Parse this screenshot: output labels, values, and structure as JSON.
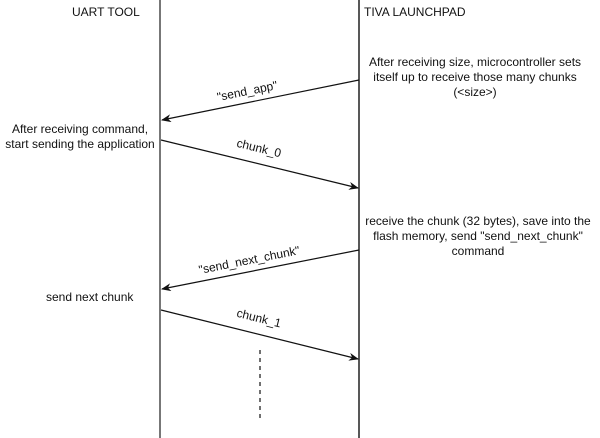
{
  "participants": {
    "left": "UART TOOL",
    "right": "TIVA LAUNCHPAD"
  },
  "messages": [
    {
      "label": "\"send_app\"",
      "from": "TIVA LAUNCHPAD",
      "to": "UART TOOL"
    },
    {
      "label": "chunk_0",
      "from": "UART TOOL",
      "to": "TIVA LAUNCHPAD"
    },
    {
      "label": "\"send_next_chunk\"",
      "from": "TIVA LAUNCHPAD",
      "to": "UART TOOL"
    },
    {
      "label": "chunk_1",
      "from": "UART TOOL",
      "to": "TIVA LAUNCHPAD"
    }
  ],
  "notes": {
    "right_1": [
      "After receiving size, microcontroller sets",
      "itself up to receive those many chunks",
      "(<size>)"
    ],
    "left_1": [
      "After receiving command,",
      "start sending the application"
    ],
    "right_2": [
      "receive the chunk (32 bytes), save into the",
      "flash memory, send \"send_next_chunk\"",
      "command"
    ],
    "left_2": [
      "send next chunk"
    ]
  },
  "colors": {
    "line": "#111111",
    "lifeline_left": "#555555",
    "text": "#111111"
  }
}
